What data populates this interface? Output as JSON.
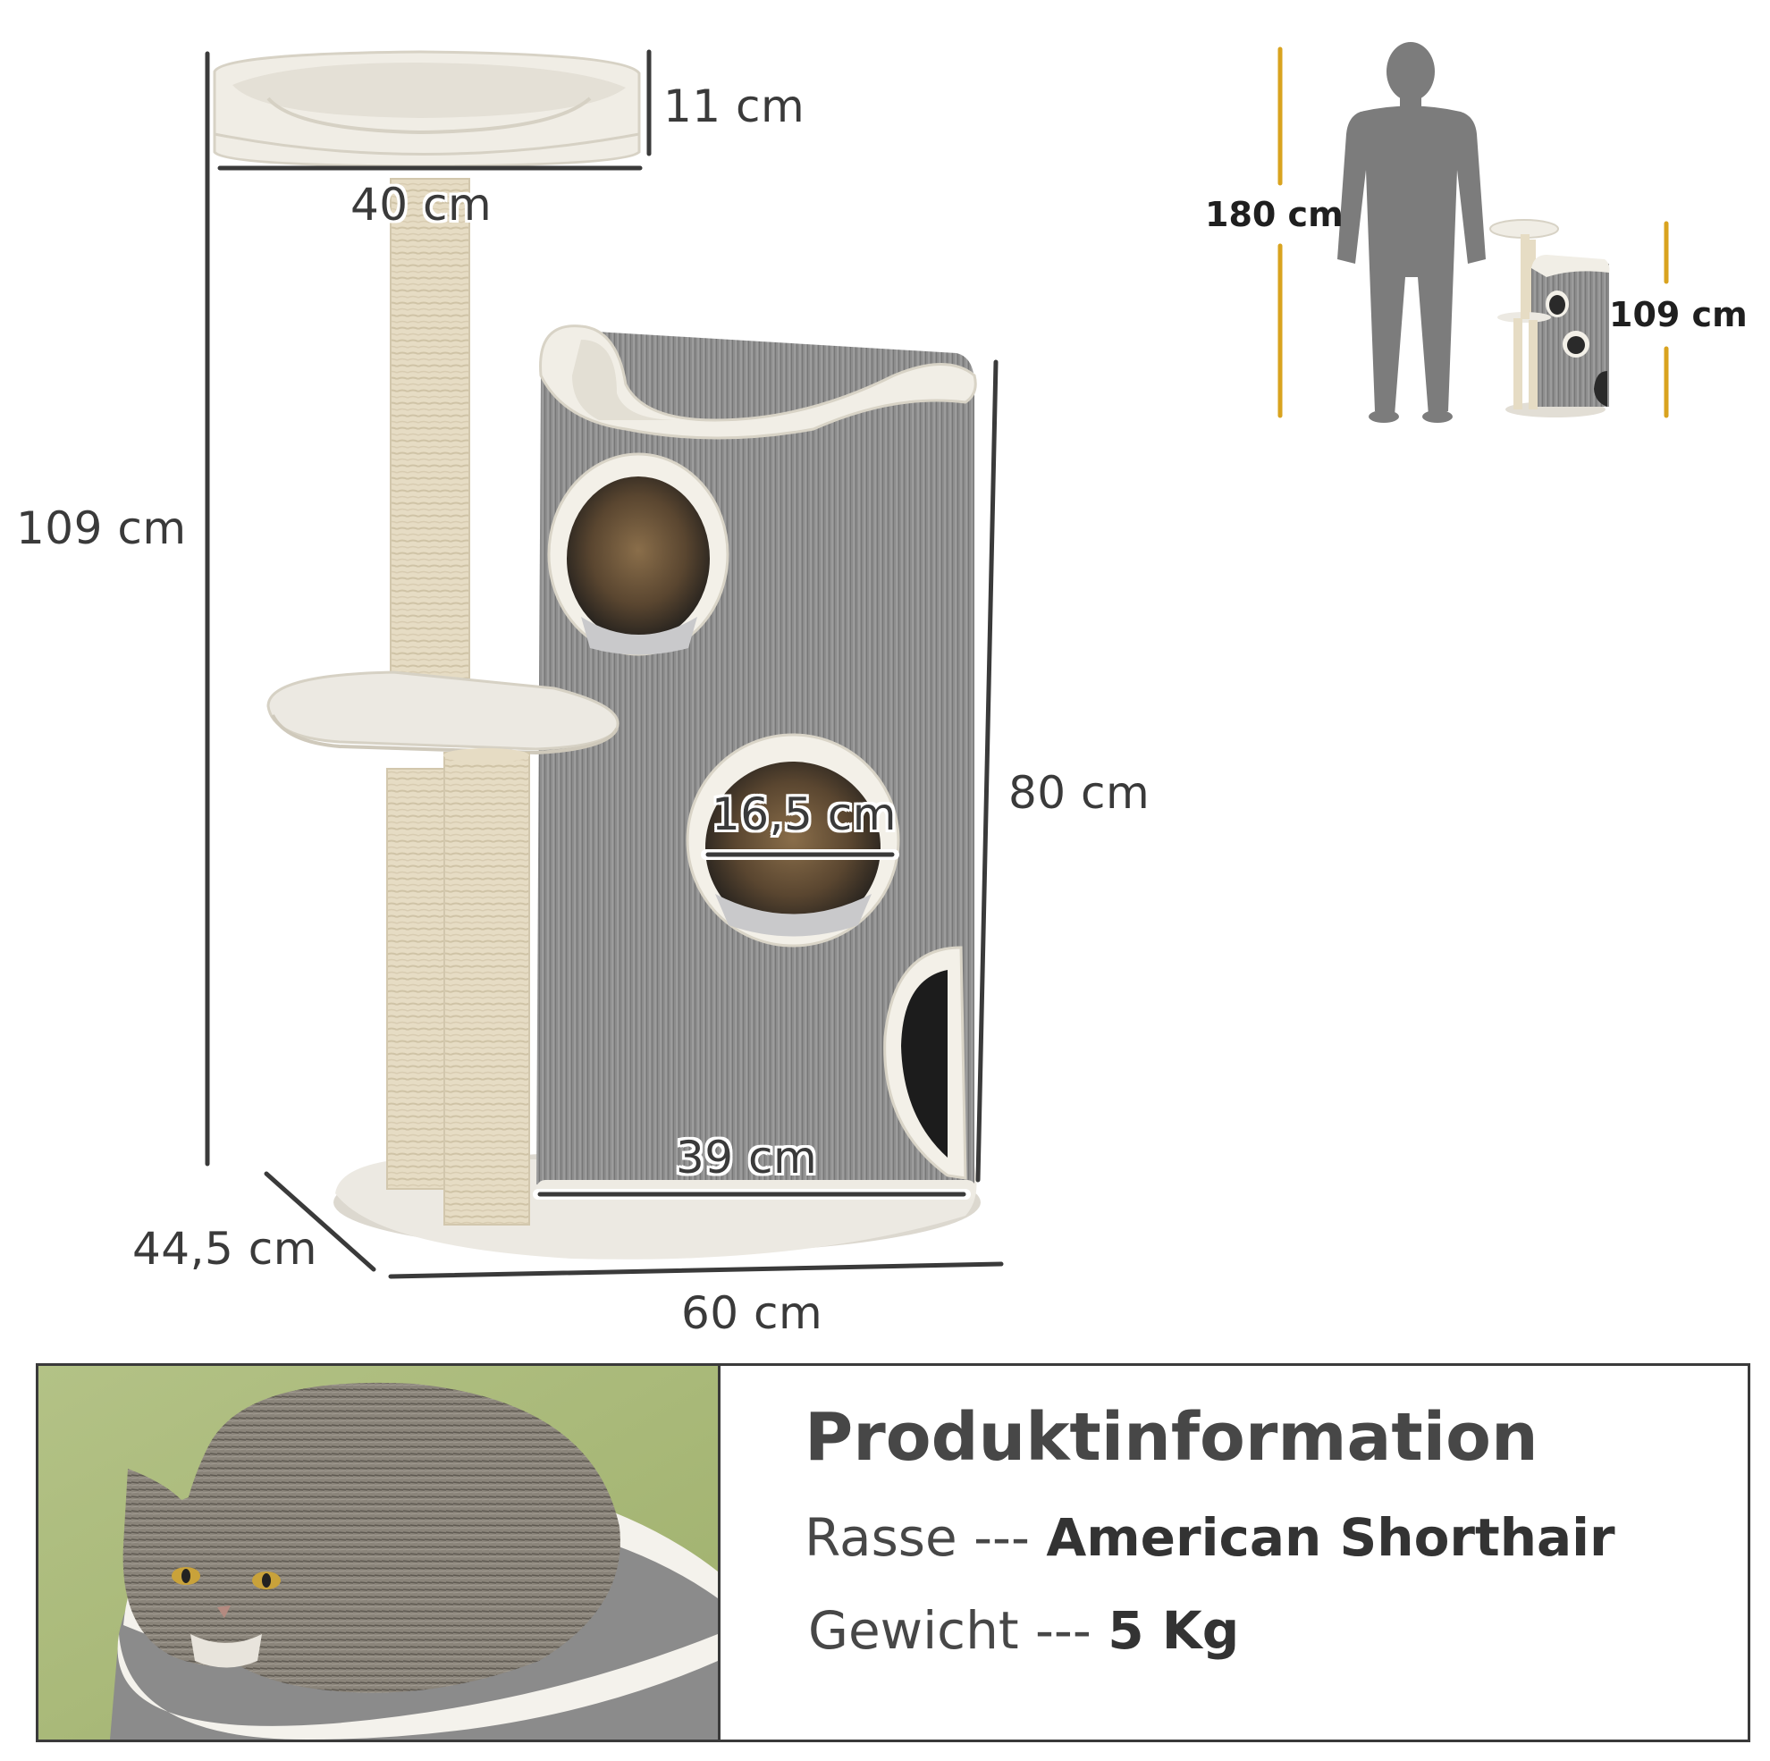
{
  "dimensions": {
    "height_total": "109 cm",
    "bed_height": "11 cm",
    "bed_width": "40 cm",
    "tower_height": "80 cm",
    "hole_diameter": "16,5 cm",
    "tower_width": "39 cm",
    "depth": "44,5 cm",
    "width": "60 cm"
  },
  "scale_comparison": {
    "person_height": "180 cm",
    "product_height": "109 cm",
    "accent_color": "#d9a31f"
  },
  "info": {
    "title": "Produktinformation",
    "breed_label": "Rasse --- ",
    "breed_value": "American Shorthair",
    "weight_label": "Gewicht --- ",
    "weight_value": "5 Kg"
  },
  "colors": {
    "sisal": "#e6dcc4",
    "plush": "#ece9e2",
    "tower_gray": "#8a8a8a",
    "line": "#3a3a3a",
    "photo_bg": "#a9b878"
  }
}
